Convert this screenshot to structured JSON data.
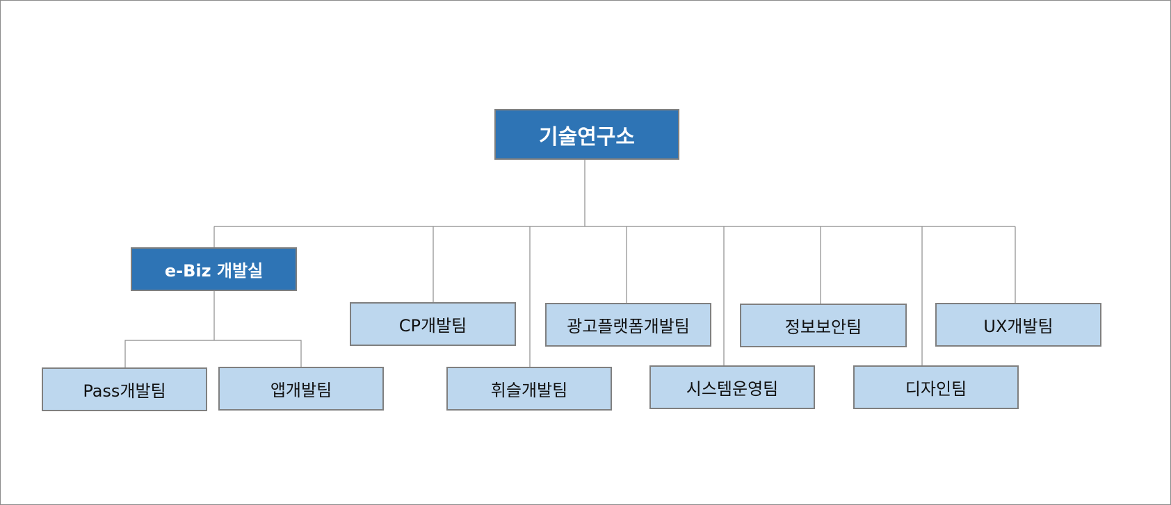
{
  "colors": {
    "dark_box": "#2e74b5",
    "light_box": "#bdd7ee",
    "connector": "#8c8c8c"
  },
  "org": {
    "root": "기술연구소",
    "ebiz": "e-Biz 개발실",
    "teams": {
      "pass": "Pass개발팀",
      "app": "앱개발팀",
      "cp": "CP개발팀",
      "whisl": "휘슬개발팀",
      "ad_platform": "광고플랫폼개발팀",
      "system_ops": "시스템운영팀",
      "info_security": "정보보안팀",
      "design": "디자인팀",
      "ux": "UX개발팀"
    }
  }
}
